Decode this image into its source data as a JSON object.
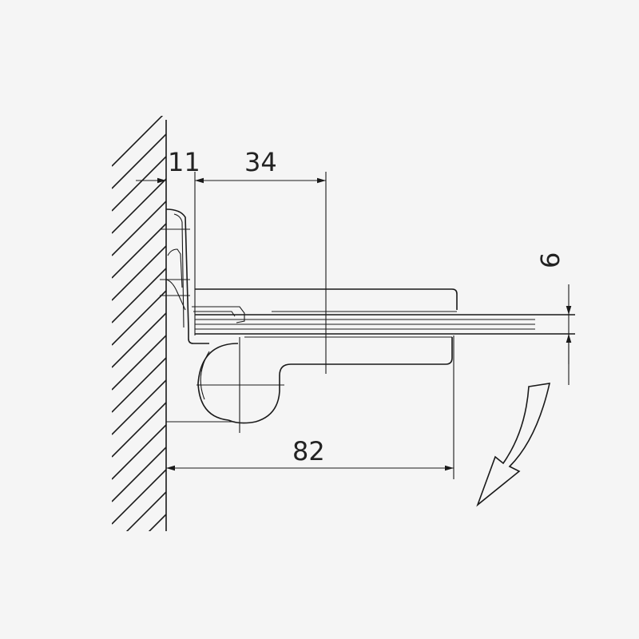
{
  "dimensions": {
    "wall_offset": "11",
    "depth": "34",
    "width": "82",
    "glass_thickness": "6"
  },
  "colors": {
    "background": "#f5f5f5",
    "line": "#1a1a1a"
  },
  "icons": {
    "rotation_arrow": "curved-arrow-down-left"
  }
}
